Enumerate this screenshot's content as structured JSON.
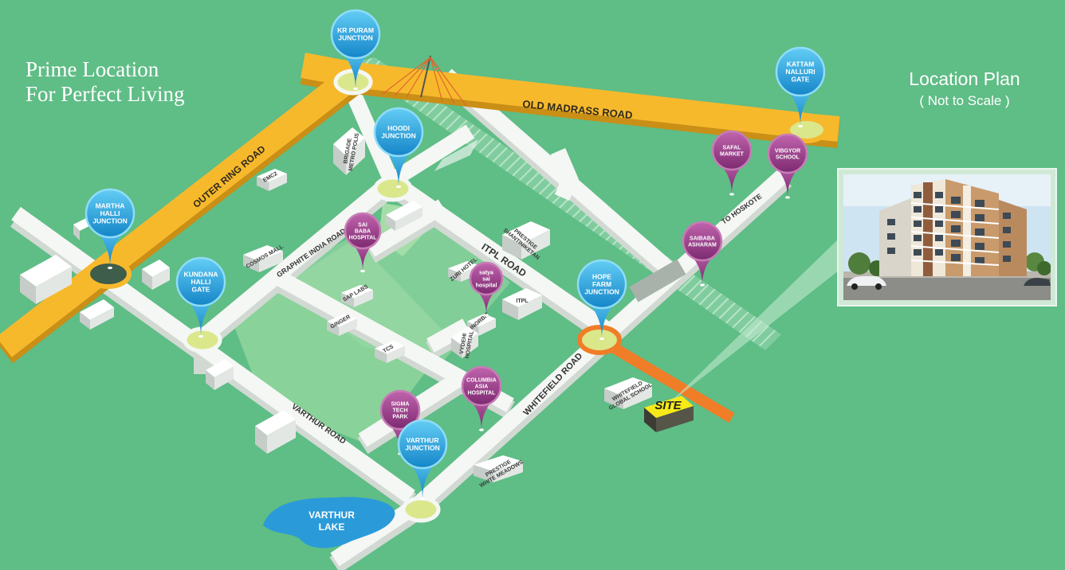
{
  "headline": {
    "line1": "Prime Location",
    "line2": "For Perfect Living"
  },
  "plan": {
    "title": "Location Plan",
    "subtitle": "( Not to Scale )"
  },
  "roads": {
    "old_madras": "OLD MADRASS ROAD",
    "outer_ring": "OUTER RING ROAD",
    "itpl": "ITPL ROAD",
    "whitefield": "WHITEFIELD ROAD",
    "varthur": "VARTHUR ROAD",
    "graphite": "GRAPHITE INDIA ROAD",
    "hoskote": "TO HOSKOTE"
  },
  "junctions": [
    {
      "id": "kr-puram",
      "lines": [
        "KR PURAM",
        "JUNCTION"
      ]
    },
    {
      "id": "hoodi",
      "lines": [
        "HOODI",
        "JUNCTION"
      ]
    },
    {
      "id": "martha-halli",
      "lines": [
        "MARTHA",
        "HALLI",
        "JUNCTION"
      ]
    },
    {
      "id": "kundana-halli",
      "lines": [
        "KUNDANA",
        "HALLI",
        "GATE"
      ]
    },
    {
      "id": "kattam-nalluri",
      "lines": [
        "KATTAM",
        "NALLURI",
        "GATE"
      ]
    },
    {
      "id": "hope-farm",
      "lines": [
        "HOPE",
        "FARM",
        "JUNCTION"
      ]
    },
    {
      "id": "varthur",
      "lines": [
        "VARTHUR",
        "JUNCTION"
      ]
    }
  ],
  "places": [
    {
      "id": "safal-market",
      "lines": [
        "SAFAL",
        "MARKET"
      ]
    },
    {
      "id": "vibgyor-school",
      "lines": [
        "VIBGYOR",
        "SCHOOL"
      ]
    },
    {
      "id": "saibaba-asharam",
      "lines": [
        "SAIBABA",
        "ASHARAM"
      ]
    },
    {
      "id": "sai-baba-hospital",
      "lines": [
        "SAI",
        "BABA",
        "HOSPITAL"
      ]
    },
    {
      "id": "satya-sai-hospital",
      "lines": [
        "satya",
        "sai",
        "hospital"
      ]
    },
    {
      "id": "columbia-asia-hospital",
      "lines": [
        "COLUMBIA",
        "ASIA",
        "HOSPITAL"
      ]
    },
    {
      "id": "sigma-tech-park",
      "lines": [
        "SIGMA",
        "TECH",
        "PARK"
      ]
    }
  ],
  "buildings": [
    {
      "id": "brigade-metropolis",
      "lines": [
        "BRIGADE",
        "METRO POLIS"
      ]
    },
    {
      "id": "emc2",
      "lines": [
        "EMC2"
      ]
    },
    {
      "id": "cosmos-mall",
      "lines": [
        "COSMOS MALL"
      ]
    },
    {
      "id": "sap-labs",
      "lines": [
        "SAP LABS"
      ]
    },
    {
      "id": "ginger",
      "lines": [
        "GINGER"
      ]
    },
    {
      "id": "tcs",
      "lines": [
        "TCS"
      ]
    },
    {
      "id": "prestige-shantiniketan",
      "lines": [
        "PRESTIGE",
        "SHANTINIKETAN"
      ]
    },
    {
      "id": "zuri-hotel",
      "lines": [
        "ZURI HOTEL"
      ]
    },
    {
      "id": "itpl",
      "lines": [
        "ITPL"
      ]
    },
    {
      "id": "inorbit",
      "lines": [
        "INORBIT"
      ]
    },
    {
      "id": "vydehi-hospital",
      "lines": [
        "VYDEHI",
        "HOSPITAL"
      ]
    },
    {
      "id": "whitefield-global-school",
      "lines": [
        "WHITEFIELD",
        "GLOBAL SCHOOL"
      ]
    },
    {
      "id": "prestige-white-meadows",
      "lines": [
        "PRESTIGE",
        "WHITE MEADOWS"
      ]
    }
  ],
  "site": "SITE",
  "lake": [
    "VARTHUR",
    "LAKE"
  ],
  "colors": {
    "background": "#5fbd86",
    "major_road": "#f7b92c",
    "minor_road": "#f4f7f4",
    "junction_pin": "#1e9fdc",
    "place_pin": "#a2398c",
    "site_road": "#f07d27",
    "site_box": "#f6ea18",
    "lake": "#2a9ad9"
  }
}
